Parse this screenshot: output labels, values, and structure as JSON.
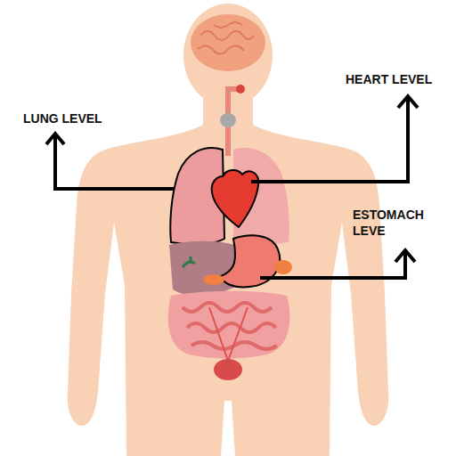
{
  "diagram": {
    "labels": [
      "LUNG LEVEL",
      "HEART LEVEL",
      "ESTOMACH LEVE"
    ]
  }
}
